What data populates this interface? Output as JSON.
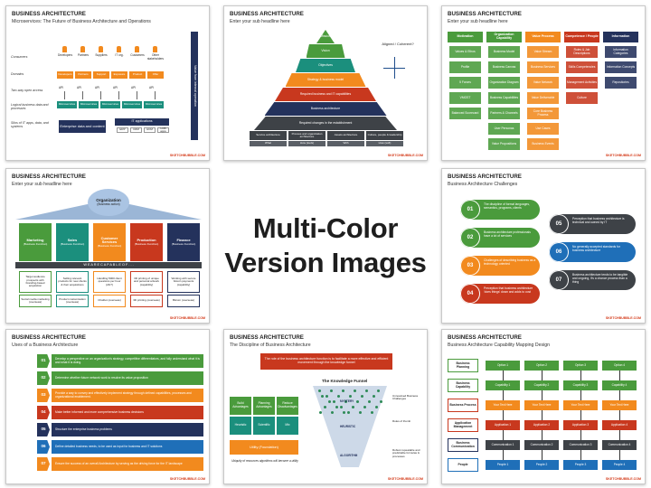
{
  "center": {
    "line1": "Multi-Color",
    "line2": "Version Images"
  },
  "brand": "SKETCHBUBBLE.COM",
  "slides": {
    "s1": {
      "title": "BUSINESS ARCHITECTURE",
      "subtitle": "Microservices: The Future of Business Architecture and Operations",
      "rows": [
        "Consumers",
        "Domains",
        "Two-way open access",
        "Logical business data and processes",
        "Silos of IT apps, data, and systems"
      ],
      "consumers": [
        "Developers",
        "Partners",
        "Suppliers",
        "IT org.",
        "Customers",
        "Other stakeholders"
      ],
      "domains": [
        "Developers",
        "Partners",
        "Support",
        "Exposure",
        "Product",
        "Offer"
      ],
      "api": "API",
      "micro": [
        "Microservices",
        "Microservices",
        "Microservices",
        "Microservices",
        "Microservices"
      ],
      "data_box": "Enterprise data and content",
      "apps_box": "IT applications",
      "apps": [
        "ERP",
        "CRM",
        "HCM",
        "LOB apps"
      ],
      "side": "Value from internal operation"
    },
    "s2": {
      "title": "BUSINESS ARCHITECTURE",
      "subtitle": "Enter your sub headline here",
      "levels": [
        "Mission",
        "Vision",
        "Objectives",
        "Strategy & business model",
        "Required business and IT capabilities",
        "Business architecture",
        "Required changes in the establishment"
      ],
      "bottom": [
        "Service architecture",
        "Process and organization architecture",
        "Assets architecture",
        "Culture, people & leadership"
      ],
      "bottom2": [
        "What",
        "How (tools)",
        "With",
        "How (soft)"
      ],
      "aligned": "Aligned / Coherent?"
    },
    "s3": {
      "title": "BUSINESS ARCHITECTURE",
      "subtitle": "Enter your sub headline here",
      "columns": [
        {
          "head": "Motivation",
          "items": [
            "Values & Ethos",
            "Profile",
            "5 Forces",
            "VMOST",
            "Balanced Scorecard"
          ]
        },
        {
          "head": "Organization Capability",
          "items": [
            "Business Model",
            "Business Canvas",
            "Organization Diagram",
            "Business Capabilities",
            "Partners & Channels",
            "User Personas",
            "Value Propositions"
          ]
        },
        {
          "head": "Value Process",
          "items": [
            "Value Stream",
            "Business Services",
            "Value Network",
            "Value Deliverable",
            "Core Business Process",
            "Use Cases",
            "Business Events"
          ]
        },
        {
          "head": "Competence / People",
          "items": [
            "Roles & Job Descriptions",
            "Skills Competencies",
            "Management Activities",
            "Culture"
          ]
        },
        {
          "head": "Information",
          "items": [
            "Information Categories",
            "Information Concepts",
            "Repositories"
          ]
        }
      ]
    },
    "s4": {
      "title": "BUSINESS ARCHITECTURE",
      "subtitle": "Enter your sub headline here",
      "org": "Organization",
      "org_sub": "(Business action)",
      "band": "W E   A R E   C A P A B L E   O F . . .",
      "pillars": [
        {
          "name": "Marketing",
          "sub": "(Business Function)",
          "a": "Target audience prospects with branding-based acquisition",
          "b": "Social media marketing (overseas)"
        },
        {
          "name": "Sales",
          "sub": "(Business Function)",
          "a": "Selling relevant products for new clients & their acquisitions",
          "b": "Product customisation (overseas)"
        },
        {
          "name": "Customer Services",
          "sub": "(Business Function)",
          "a": "Handling 5000 client questions per hour (24/7)",
          "b": "Chatbot (overseas)"
        },
        {
          "name": "Production",
          "sub": "(Business Function)",
          "a": "3D printing of unique and personal artwork (capability)",
          "b": "3D printing (overseas)"
        },
        {
          "name": "Finance",
          "sub": "(Business Function)",
          "a": "Working with secure bitcoin payments (capability)",
          "b": "Bitcoin (overseas)"
        }
      ]
    },
    "s5": {
      "title": "BUSINESS ARCHITECTURE",
      "subtitle": "Business Architecture Challenges",
      "left": [
        {
          "n": "01",
          "t": "The discipline of formal languages, semantics, programs, clients"
        },
        {
          "n": "02",
          "t": "Business architecture professionals have a lot of services"
        },
        {
          "n": "03",
          "t": "Challenges of describing business as a technology oriented"
        },
        {
          "n": "04",
          "t": "Perception that business architecture 'does things' down and adds to cost"
        }
      ],
      "right": [
        {
          "n": "05",
          "t": "Perception that business architecture is technical and owned by IT"
        },
        {
          "n": "06",
          "t": "No generally accepted standards for business architecture"
        },
        {
          "n": "07",
          "t": "Business architecture tends to be tangible and ongoing, it's a chance process than a thing"
        }
      ]
    },
    "s6": {
      "title": "BUSINESS ARCHITECTURE",
      "subtitle": "Uses of a Business Architecture",
      "items": [
        {
          "n": "01",
          "t": "Develop a perspective on an organization's strategy, competitive differentiators, and fully understand what it is and what it is doing."
        },
        {
          "n": "02",
          "t": "Determine whether future network work to resolve its value proposition"
        },
        {
          "n": "03",
          "t": "Provide a way to convey and effectively implement strategy through defined capabilities, processes and organizational enablement."
        },
        {
          "n": "04",
          "t": "Make better informed and more comprehensive business decisions"
        },
        {
          "n": "05",
          "t": "Structure the enterprise business problems"
        },
        {
          "n": "06",
          "t": "Define detailed business needs, to be used as input for business and IT solutions"
        },
        {
          "n": "07",
          "t": "Ensure the success of an overall Architecture by serving as the driving force for the IT landscape"
        }
      ]
    },
    "s7": {
      "title": "BUSINESS ARCHITECTURE",
      "subtitle": "The Discipline of Business Architecture",
      "banner": "The role of the business architecture function is to facilitate a more effective and efficient movement through the knowledge funnel",
      "grid": [
        "Build Advantages",
        "Planning Advantages",
        "Reduce Disadvantages",
        "Heuristic",
        "Scientific",
        "Mix"
      ],
      "utility": "Utility (Foundation)",
      "funnel_title": "The Knowledge Funnel",
      "stages": [
        "MYSTERY",
        "HEURISTIC",
        "ALGORITHM"
      ],
      "notes": [
        "Unresolved Business Challenges",
        "Rules of thumb",
        "Robust repeatable and predictable formulas & processes"
      ],
      "foot": "Ubiquity of resources algorithms will become a utility"
    },
    "s8": {
      "title": "BUSINESS ARCHITECTURE",
      "subtitle": "Business Architecture Capability Mapping Design",
      "rows": [
        {
          "label": "Business Planning",
          "cells": [
            "Option 1",
            "Option 2",
            "Option 3",
            "Option 4"
          ]
        },
        {
          "label": "Business Capability",
          "cells": [
            "Capability 1",
            "Capability 2",
            "Capability 3",
            "Capability 4"
          ]
        },
        {
          "label": "Business Process",
          "cells": [
            "Your Text Here",
            "Your Text Here",
            "Your Text Here",
            "Your Text Here"
          ]
        },
        {
          "label": "Application Management",
          "cells": [
            "Application 1",
            "Application 2",
            "Application 3",
            "Application 4"
          ]
        },
        {
          "label": "Business Communication",
          "cells": [
            "Communication 1",
            "Communication 2",
            "Communication 3",
            "Communication 4"
          ]
        },
        {
          "label": "People",
          "cells": [
            "People 1",
            "People 2",
            "People 3",
            "People 4"
          ]
        }
      ]
    }
  },
  "colors": {
    "green": "#4a9b3c",
    "teal": "#1b8f7d",
    "orange": "#f28a1e",
    "red": "#c8381e",
    "navy": "#24325c",
    "darkgray": "#3e4247",
    "blue": "#1f6fb8",
    "purple": "#7a3b8f"
  }
}
